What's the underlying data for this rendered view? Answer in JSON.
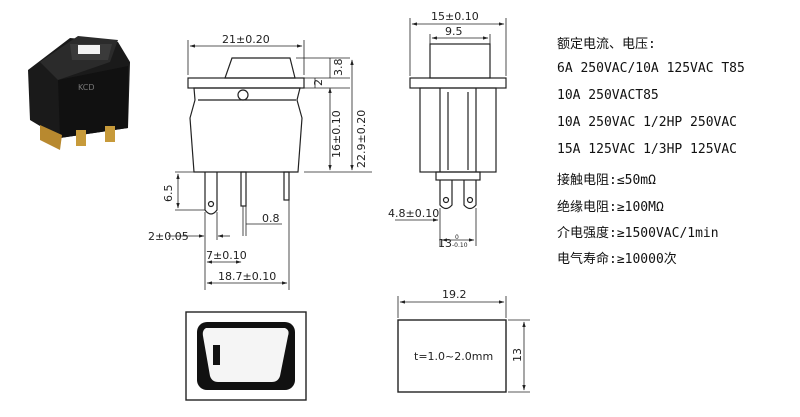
{
  "dims": {
    "front_width": "21±0.20",
    "top_3_8": "3.8",
    "top_2": "2",
    "height_16": "16±0.10",
    "height_22_9": "22.9±0.20",
    "pin_6_5": "6.5",
    "pin_0_8": "0.8",
    "pin_2": "2±0.05",
    "pin_7": "7±0.10",
    "base_18_7": "18.7±0.10",
    "side_15": "15±0.10",
    "side_9_5": "9.5",
    "side_4_8": "4.8±0.10",
    "side_13": "13",
    "side_13_tol": "0",
    "side_13_tol2": "-0.10",
    "panel_19_2": "19.2",
    "panel_13": "13",
    "panel_thickness": "t=1.0~2.0mm"
  },
  "specs": {
    "title": "额定电流、电压:",
    "line1": "6A 250VAC/10A 125VAC T85",
    "line2": "10A 250VACT85",
    "line3": "10A 250VAC 1/2HP 250VAC",
    "line4": "15A 125VAC 1/3HP 125VAC",
    "line5": "接触电阻:≤50mΩ",
    "line6": "绝缘电阻:≥100MΩ",
    "line7": "介电强度:≥1500VAC/1min",
    "line8": "电气寿命:≥10000次"
  }
}
